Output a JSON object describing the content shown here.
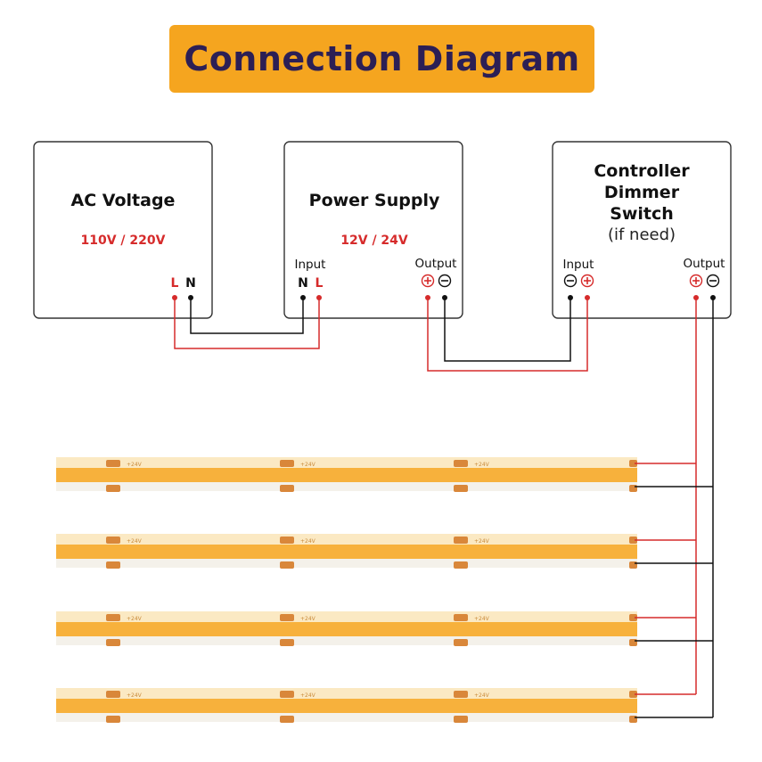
{
  "title": "Connection Diagram",
  "ac_box": {
    "title": "AC Voltage",
    "voltage": "110V / 220V",
    "pin_l": "L",
    "pin_n": "N"
  },
  "psu_box": {
    "title": "Power Supply",
    "voltage": "12V / 24V",
    "input_label": "Input",
    "output_label": "Output",
    "pin_n": "N",
    "pin_l": "L"
  },
  "ctrl_box": {
    "title_line1": "Controller",
    "title_line2": "Dimmer",
    "title_line3": "Switch",
    "note": "(if need)",
    "input_label": "Input",
    "output_label": "Output"
  },
  "strip_marking": "+24V",
  "colors": {
    "banner": "#f5a51f",
    "title_text": "#2c1f55",
    "wire_positive": "#d62b2b",
    "wire_negative": "#111111",
    "strip_body": "#f7b13c",
    "voltage_text": "#d62b2b"
  }
}
